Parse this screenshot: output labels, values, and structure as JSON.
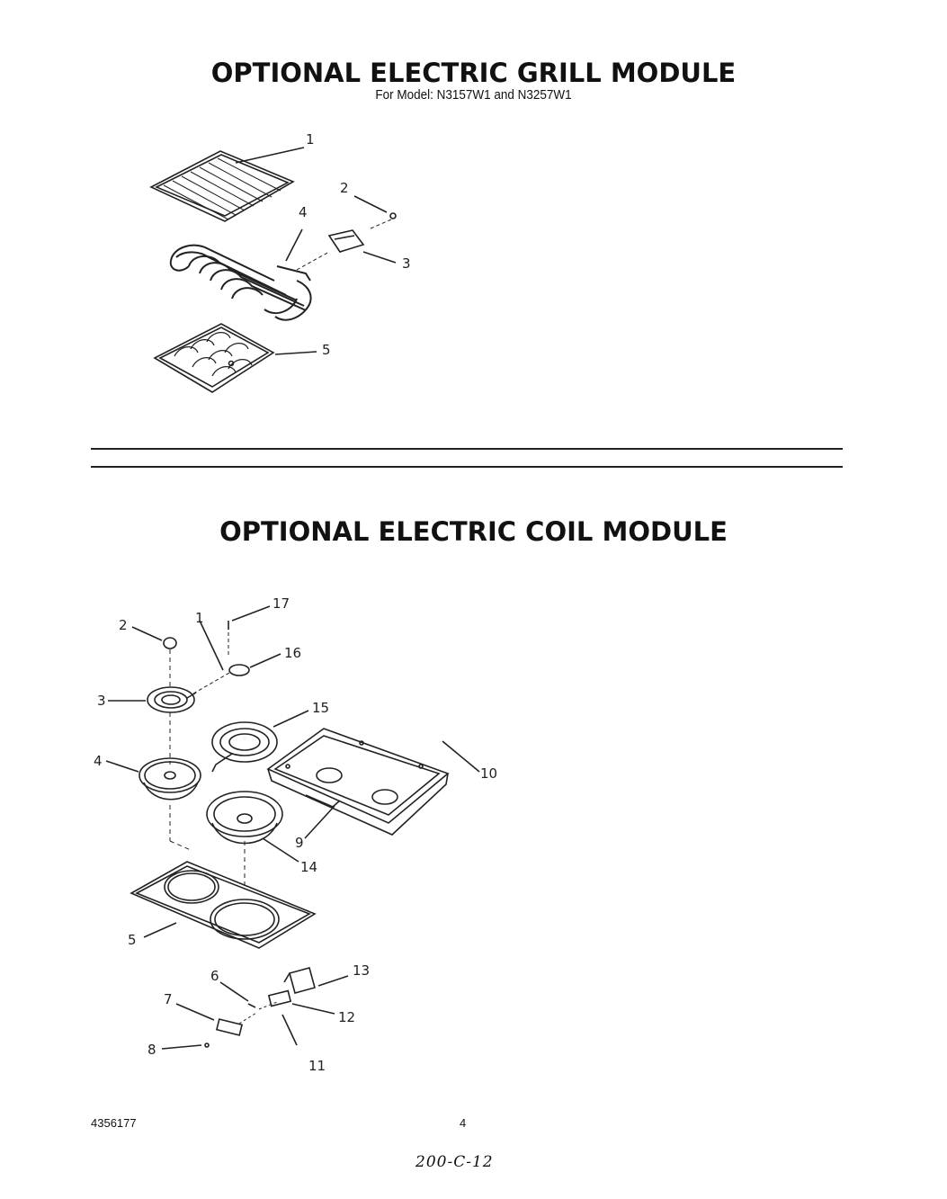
{
  "grill_section": {
    "title": "OPTIONAL ELECTRIC GRILL MODULE",
    "subtitle": "For Model: N3157W1 and N3257W1",
    "callouts": [
      "1",
      "2",
      "3",
      "4",
      "5"
    ]
  },
  "coil_section": {
    "title": "OPTIONAL ELECTRIC COIL MODULE",
    "callouts": [
      "1",
      "2",
      "3",
      "4",
      "5",
      "6",
      "7",
      "8",
      "9",
      "10",
      "11",
      "12",
      "13",
      "14",
      "15",
      "16",
      "17"
    ]
  },
  "footer": {
    "document_number": "4356177",
    "page_number": "4",
    "handwritten_note": "200-C-12"
  }
}
